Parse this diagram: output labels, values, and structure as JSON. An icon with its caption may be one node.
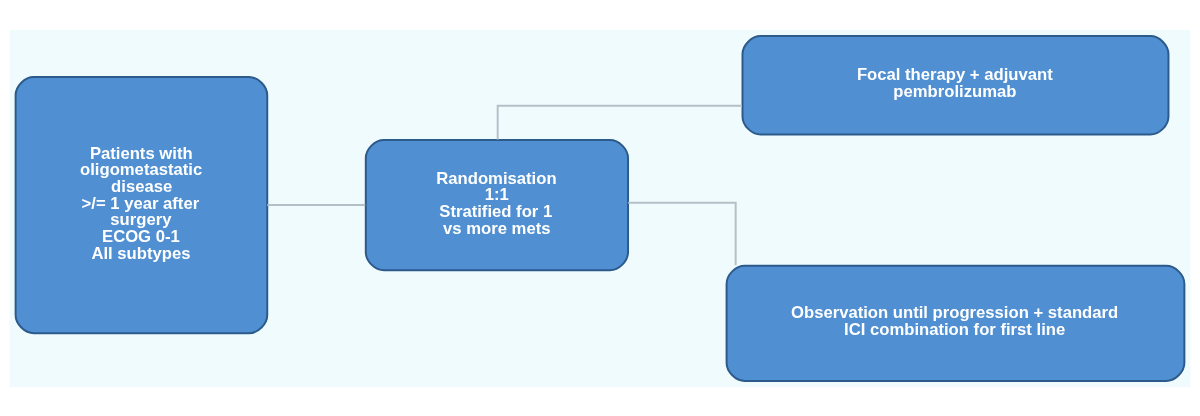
{
  "diagram": {
    "nodes": [
      {
        "text": [
          "Patients with oligometastatic disease",
          ">/= 1 year after surgery",
          "ECOG 0-1",
          "All subtypes"
        ]
      },
      {
        "text": [
          "Randomisation 1:1",
          "Stratified for 1 vs more mets"
        ]
      },
      {
        "text": [
          "Focal therapy + adjuvant pembrolizumab"
        ]
      },
      {
        "text": [
          "Observation until progression + standard ICI combination for first line"
        ]
      }
    ],
    "edges": [
      {
        "from": 0,
        "to": 1,
        "arrow": "none"
      },
      {
        "from": 1,
        "to": 2,
        "arrow": "none"
      },
      {
        "from": 1,
        "to": 3,
        "arrow": "none"
      }
    ]
  }
}
